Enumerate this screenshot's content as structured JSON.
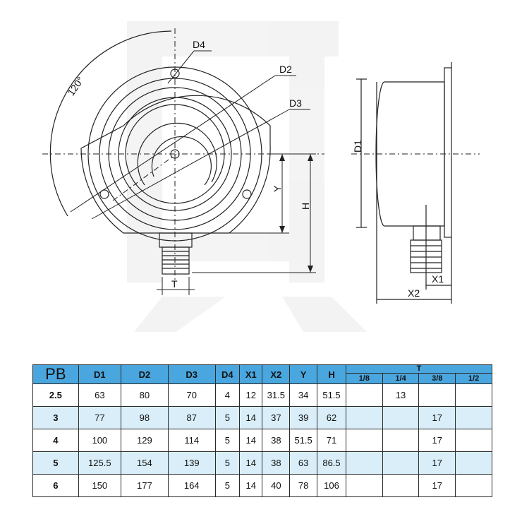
{
  "watermark": {
    "color": "#ececec"
  },
  "labels": {
    "d4": "D4",
    "d2": "D2",
    "d3": "D3",
    "angle": "120°",
    "y": "Y",
    "h": "H",
    "t": "T",
    "d1": "D1",
    "x1": "X1",
    "x2": "X2"
  },
  "colors": {
    "header": "#4aa6de",
    "row_alt": "#d9eef8",
    "line": "#2a2a2a"
  },
  "table": {
    "headers": [
      "PB",
      "D1",
      "D2",
      "D3",
      "D4",
      "X1",
      "X2",
      "Y",
      "H"
    ],
    "t_header": "T",
    "t_sub": [
      "1/8",
      "1/4",
      "3/8",
      "1/2"
    ],
    "rows": [
      [
        "2.5",
        "63",
        "80",
        "70",
        "4",
        "12",
        "31.5",
        "34",
        "51.5",
        "",
        "13",
        "",
        ""
      ],
      [
        "3",
        "77",
        "98",
        "87",
        "5",
        "14",
        "37",
        "39",
        "62",
        "",
        "",
        "17",
        ""
      ],
      [
        "4",
        "100",
        "129",
        "114",
        "5",
        "14",
        "38",
        "51.5",
        "71",
        "",
        "",
        "17",
        ""
      ],
      [
        "5",
        "125.5",
        "154",
        "139",
        "5",
        "14",
        "38",
        "63",
        "86.5",
        "",
        "",
        "17",
        ""
      ],
      [
        "6",
        "150",
        "177",
        "164",
        "5",
        "14",
        "40",
        "78",
        "106",
        "",
        "",
        "17",
        ""
      ]
    ]
  }
}
